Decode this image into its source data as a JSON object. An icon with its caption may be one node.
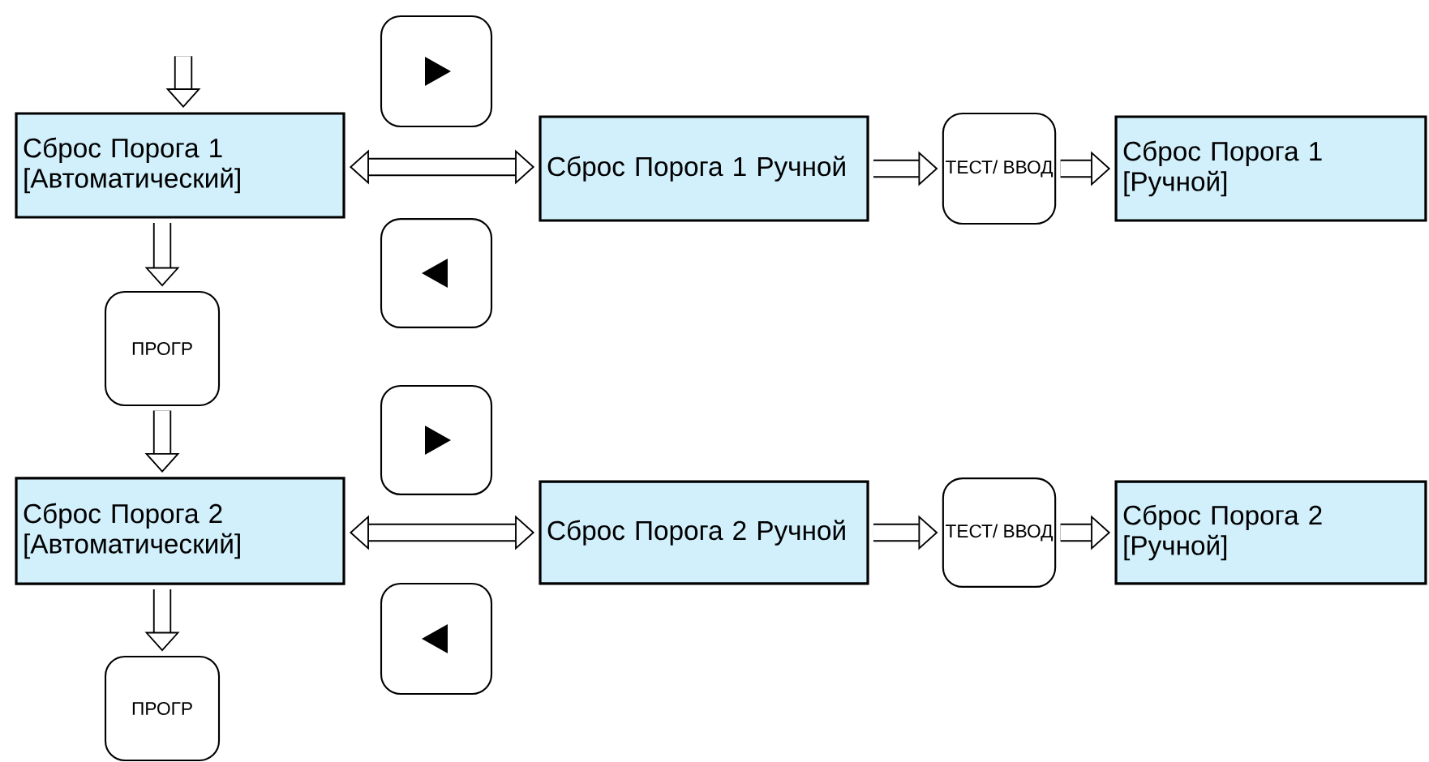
{
  "diagram": {
    "nodes": [
      {
        "text": [
          "Сброс Порога 1 [Автоматический]"
        ]
      },
      {
        "text": [],
        "shape": "box"
      },
      {
        "text": [
          "Сброс Порога 1 Ручной"
        ]
      },
      {
        "text": [
          "ТЕСТ/ ВВОД"
        ]
      },
      {
        "text": [
          "Сброс Порога 1 [Ручной]"
        ]
      },
      {
        "text": [],
        "shape": "box"
      },
      {
        "text": [
          "ПРОГР"
        ]
      },
      {
        "text": [
          "Сброс Порога 2 [Автоматический]"
        ]
      },
      {
        "text": [],
        "shape": "box"
      },
      {
        "text": [
          "Сброс Порога 2 Ручной"
        ]
      },
      {
        "text": [
          "ТЕСТ/ ВВОД"
        ]
      },
      {
        "text": [
          "Сброс Порога 2 [Ручной]"
        ]
      },
      {
        "text": [],
        "shape": "box"
      },
      {
        "text": [
          "ПРОГР"
        ]
      }
    ],
    "edges": [
      {
        "from": null,
        "to": 0,
        "arrow": "to"
      },
      {
        "from": 0,
        "to": 2,
        "arrow": "both"
      },
      {
        "from": 2,
        "to": 3,
        "arrow": "to"
      },
      {
        "from": 3,
        "to": 4,
        "arrow": "to"
      },
      {
        "from": 0,
        "to": 6,
        "arrow": "to"
      },
      {
        "from": 6,
        "to": 7,
        "arrow": "to"
      },
      {
        "from": 7,
        "to": 9,
        "arrow": "both"
      },
      {
        "from": 9,
        "to": 10,
        "arrow": "to"
      },
      {
        "from": 10,
        "to": 11,
        "arrow": "to"
      },
      {
        "from": 7,
        "to": 13,
        "arrow": "to"
      }
    ]
  }
}
